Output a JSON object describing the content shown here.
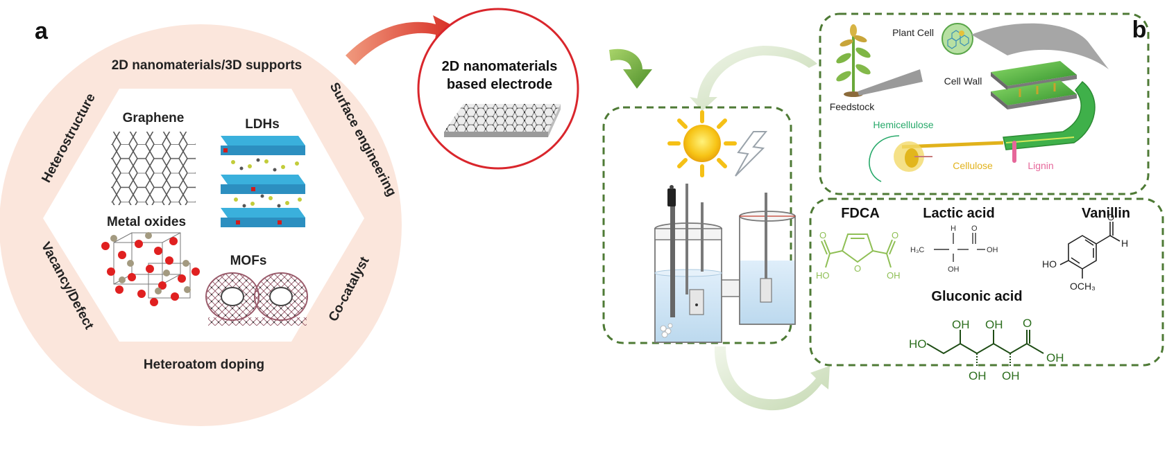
{
  "panel_a": {
    "letter": "a",
    "outer_labels": {
      "top": "2D nanomaterials/3D supports",
      "left_upper": "Heterostructure",
      "right_upper": "Surface engineering",
      "left_lower": "Vacancy/Defect",
      "right_lower": "Co-catalyst",
      "bottom": "Heteroatom doping"
    },
    "materials": {
      "graphene": "Graphene",
      "ldhs": "LDHs",
      "metal_oxides": "Metal oxides",
      "mofs": "MOFs"
    }
  },
  "electrode": {
    "title_line1": "2D nanomaterials",
    "title_line2": "based electrode"
  },
  "panel_b": {
    "letter": "b",
    "biomass": {
      "plant_cell": "Plant Cell",
      "feedstock": "Feedstock",
      "cell_wall": "Cell Wall",
      "hemicellulose": "Hemicellulose",
      "cellulose": "Cellulose",
      "lignin": "Lignin"
    },
    "products": {
      "fdca": "FDCA",
      "lactic_acid": "Lactic acid",
      "vanillin": "Vanillin",
      "gluconic_acid": "Gluconic acid"
    },
    "chem_labels": {
      "ho": "HO",
      "oh": "OH",
      "o": "O",
      "h": "H",
      "h3c": "H₃C",
      "och3": "OCH₃"
    }
  },
  "colors": {
    "hexagon_bg": "#fbe6dc",
    "circle_red": "#d9262c",
    "arrow_red": "#d8362c",
    "arrow_green": "#6aa843",
    "dashed_green": "#4e7a35",
    "fdca_green": "#8fbf55",
    "gluconic_green": "#2c6e1e",
    "hemicellulose": "#27a96a",
    "cellulose": "#e1b21b",
    "lignin": "#e6679a"
  }
}
